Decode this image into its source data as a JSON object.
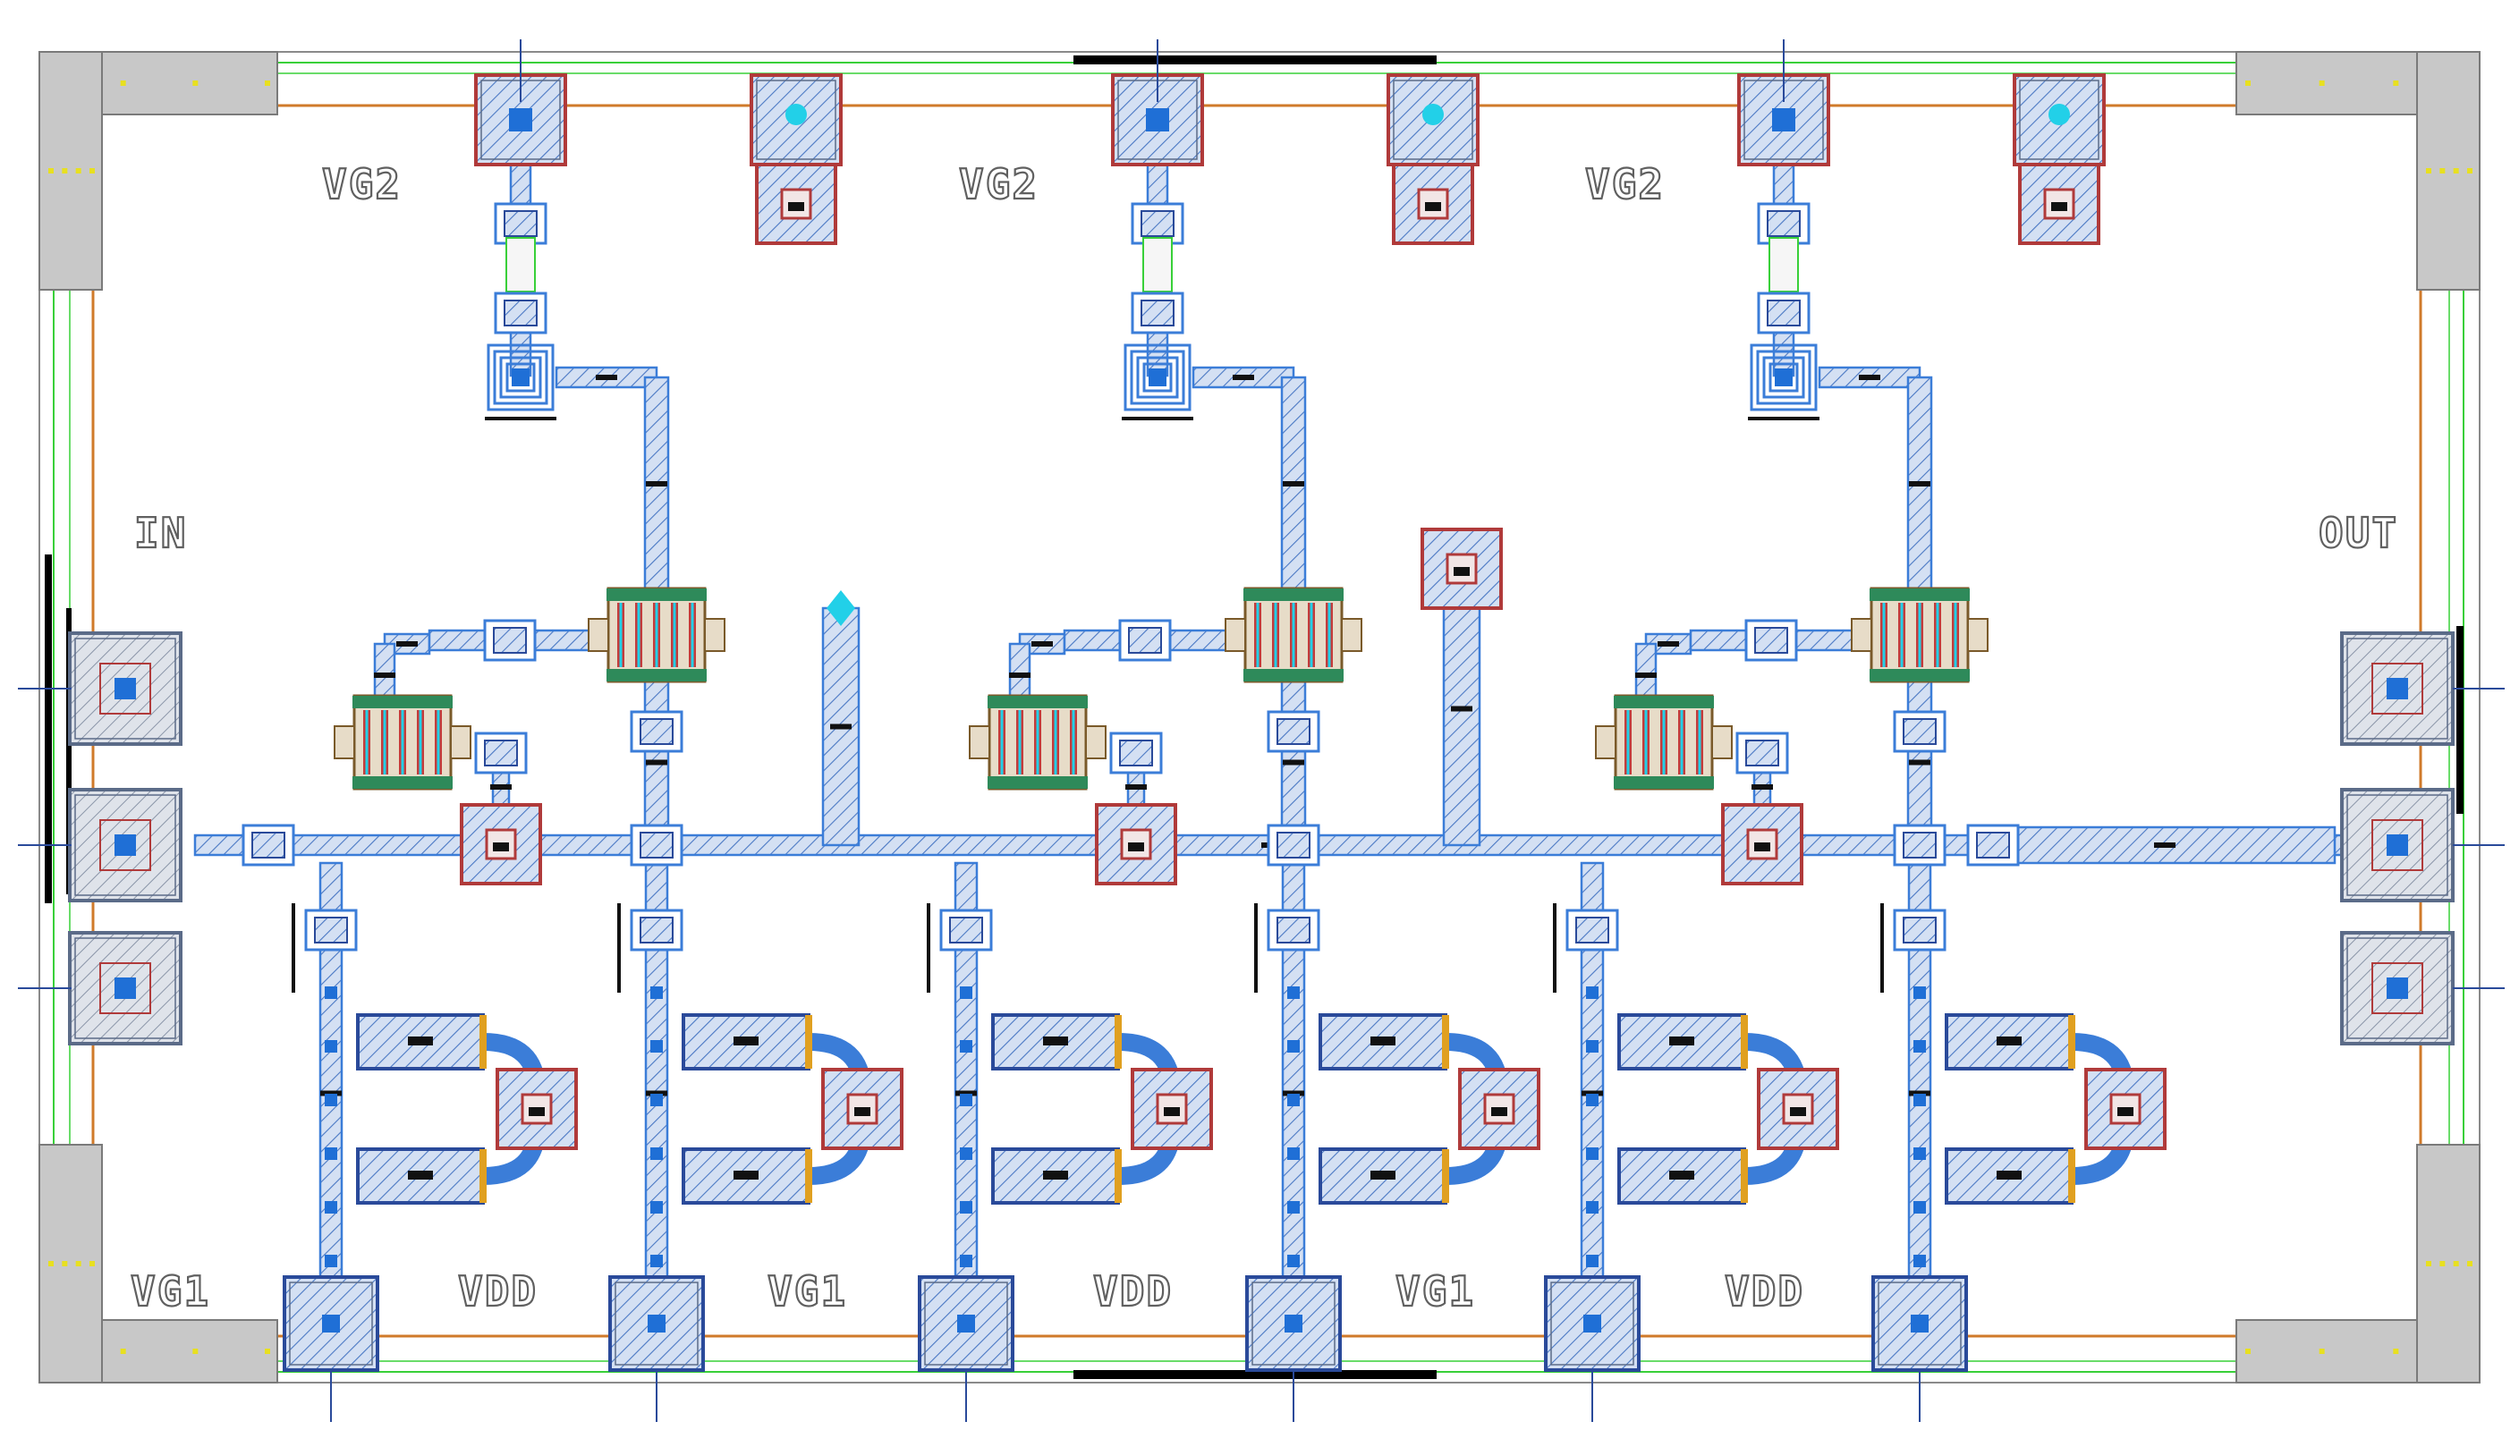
{
  "labels": {
    "vg2": "VG2",
    "vg1": "VG1",
    "vdd": "VDD",
    "in": "IN",
    "out": "OUT"
  },
  "colors": {
    "background": "#ffffff",
    "metal_fill": "#c9d8ee",
    "metal_edge": "#3b7dd8",
    "via": "#1f6fd6",
    "pad_fill": "#d6dbe4",
    "pad_edge_red": "#b03a3a",
    "pad_edge_blue": "#2a4a9a",
    "corner_fill": "#c8c8c8",
    "outline_green": "#39d039",
    "outline_orange": "#d07a2a",
    "bar_black": "#000000",
    "highlight_cyan": "#22d0e8"
  }
}
